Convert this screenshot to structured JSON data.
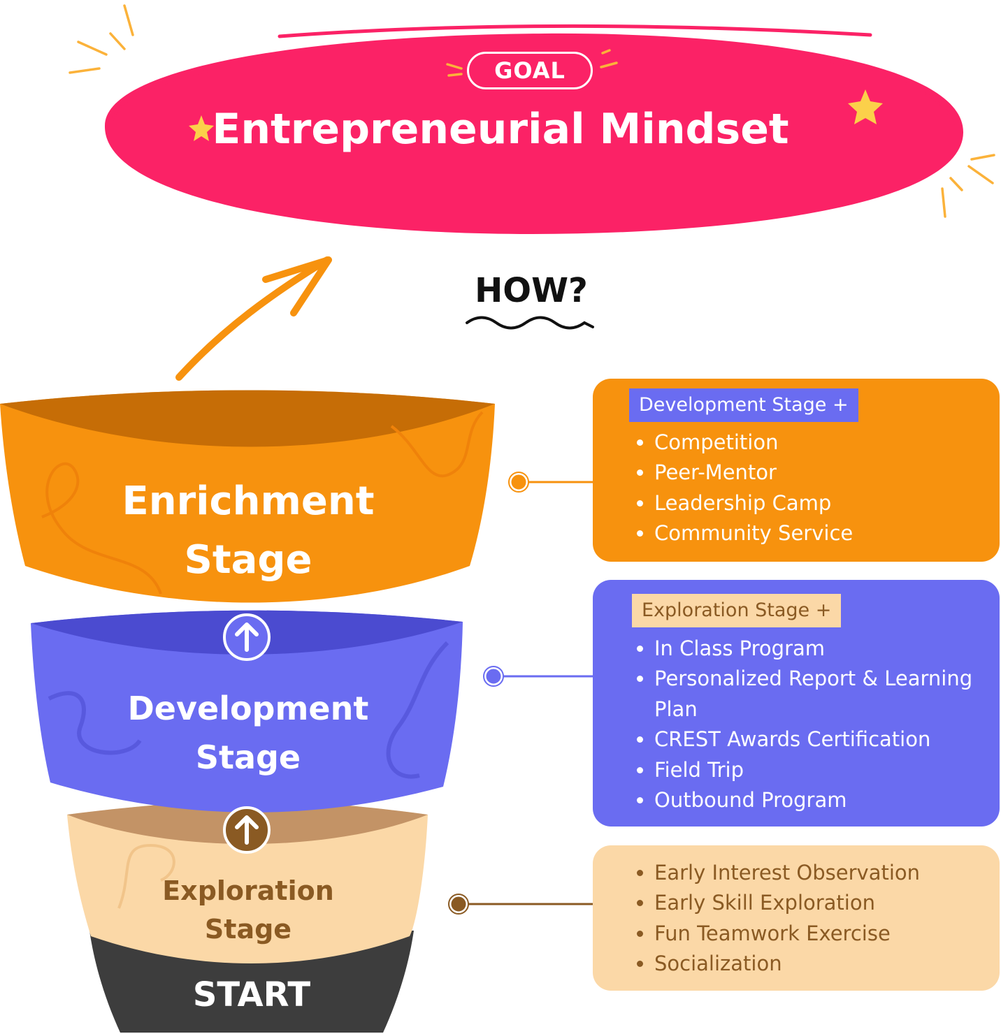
{
  "goal": {
    "badge": "GOAL",
    "title": "Entrepreneurial Mindset"
  },
  "how_label": "HOW?",
  "funnel": {
    "enrichment_label": "Enrichment Stage",
    "enrichment_line1": "Enrichment",
    "enrichment_line2": "Stage",
    "development_line1": "Development",
    "development_line2": "Stage",
    "exploration_line1": "Exploration",
    "exploration_line2": "Stage",
    "start": "START"
  },
  "panels": {
    "enrichment": {
      "tag": "Development Stage +",
      "items": [
        "Competition",
        "Peer-Mentor",
        "Leadership Camp",
        "Community Service"
      ]
    },
    "development": {
      "tag": "Exploration Stage +",
      "items": [
        "In Class Program",
        "Personalized Report & Learning Plan",
        "CREST Awards Certification",
        "Field Trip",
        "Outbound Program"
      ]
    },
    "exploration": {
      "items": [
        "Early Interest Observation",
        "Early Skill Exploration",
        "Fun Teamwork Exercise",
        "Socialization"
      ]
    }
  },
  "colors": {
    "goal": "#fb2266",
    "enrichment": "#f7920e",
    "development": "#6a6cf1",
    "exploration": "#fbd8a7",
    "start": "#3d3d3d",
    "accent_lines": "#fbb23a",
    "arrow": "#f7920e"
  }
}
